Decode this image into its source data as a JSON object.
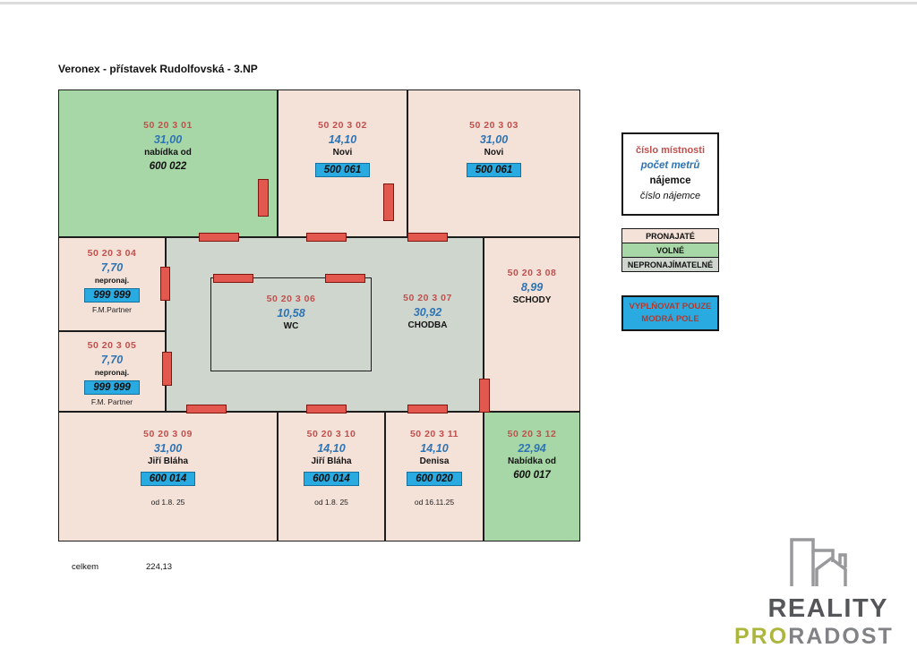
{
  "page": {
    "title": "Veronex - přístavek Rudolfovská - 3.NP",
    "total_label": "celkem",
    "total_value": "224,13"
  },
  "legend": {
    "line1": "číslo místnosti",
    "line2": "počet metrů",
    "line3": "nájemce",
    "line4": "číslo nájemce"
  },
  "status_key": {
    "rented": "PRONAJATÉ",
    "free": "VOLNÉ",
    "nonrentable": "NEPRONAJÍMATELNÉ"
  },
  "note": {
    "line1": "VYPLŇOVAT POUZE",
    "line2": "MODRÁ POLE"
  },
  "rooms": [
    {
      "id": "50 20 3 01",
      "area": "31,00",
      "tenant": "nabídka od",
      "number": "600 022",
      "status": "volné"
    },
    {
      "id": "50 20 3 02",
      "area": "14,10",
      "tenant": "Novi",
      "number": "500 061",
      "status": "pronajaté"
    },
    {
      "id": "50 20 3 03",
      "area": "31,00",
      "tenant": "Novi",
      "number": "500 061",
      "status": "pronajaté"
    },
    {
      "id": "50 20 3 04",
      "area": "7,70",
      "tenant": "nepronaj.",
      "number": "999 999",
      "sub": "F.M.Partner",
      "status": "pronajaté"
    },
    {
      "id": "50 20 3 05",
      "area": "7,70",
      "tenant": "nepronaj.",
      "number": "999 999",
      "sub": "F.M. Partner",
      "status": "pronajaté"
    },
    {
      "id": "50 20 3 06",
      "area": "10,58",
      "tenant": "WC",
      "status": "nepronajímatelné"
    },
    {
      "id": "50 20 3 07",
      "area": "30,92",
      "tenant": "CHODBA",
      "status": "nepronajímatelné"
    },
    {
      "id": "50 20 3 08",
      "area": "8,99",
      "tenant": "SCHODY",
      "status": "pronajaté"
    },
    {
      "id": "50 20 3 09",
      "area": "31,00",
      "tenant": "Jiří Bláha",
      "number": "600 014",
      "note": "od 1.8. 25",
      "status": "pronajaté"
    },
    {
      "id": "50 20 3 10",
      "area": "14,10",
      "tenant": "Jiří Bláha",
      "number": "600 014",
      "note": "od 1.8. 25",
      "status": "pronajaté"
    },
    {
      "id": "50 20 3 11",
      "area": "14,10",
      "tenant": "Denisa",
      "number": "600 020",
      "note": "od 16.11.25",
      "status": "pronajaté"
    },
    {
      "id": "50 20 3 12",
      "area": "22,94",
      "tenant": "Nabídka od",
      "number": "600 017",
      "status": "volné"
    }
  ],
  "logo": {
    "reality": "REALITY",
    "pro": "PRO",
    "radost": "RADOST"
  },
  "colors": {
    "rented_fill": "#f4e1d8",
    "free_fill": "#a7d7a6",
    "nonrentable_fill": "#ced6ce",
    "blue_field": "#29abe2",
    "room_id_red": "#c0504d",
    "area_blue": "#2e74b5",
    "door_red": "#e2574e",
    "logo_gray": "#55565a",
    "logo_olive": "#acb53c"
  }
}
